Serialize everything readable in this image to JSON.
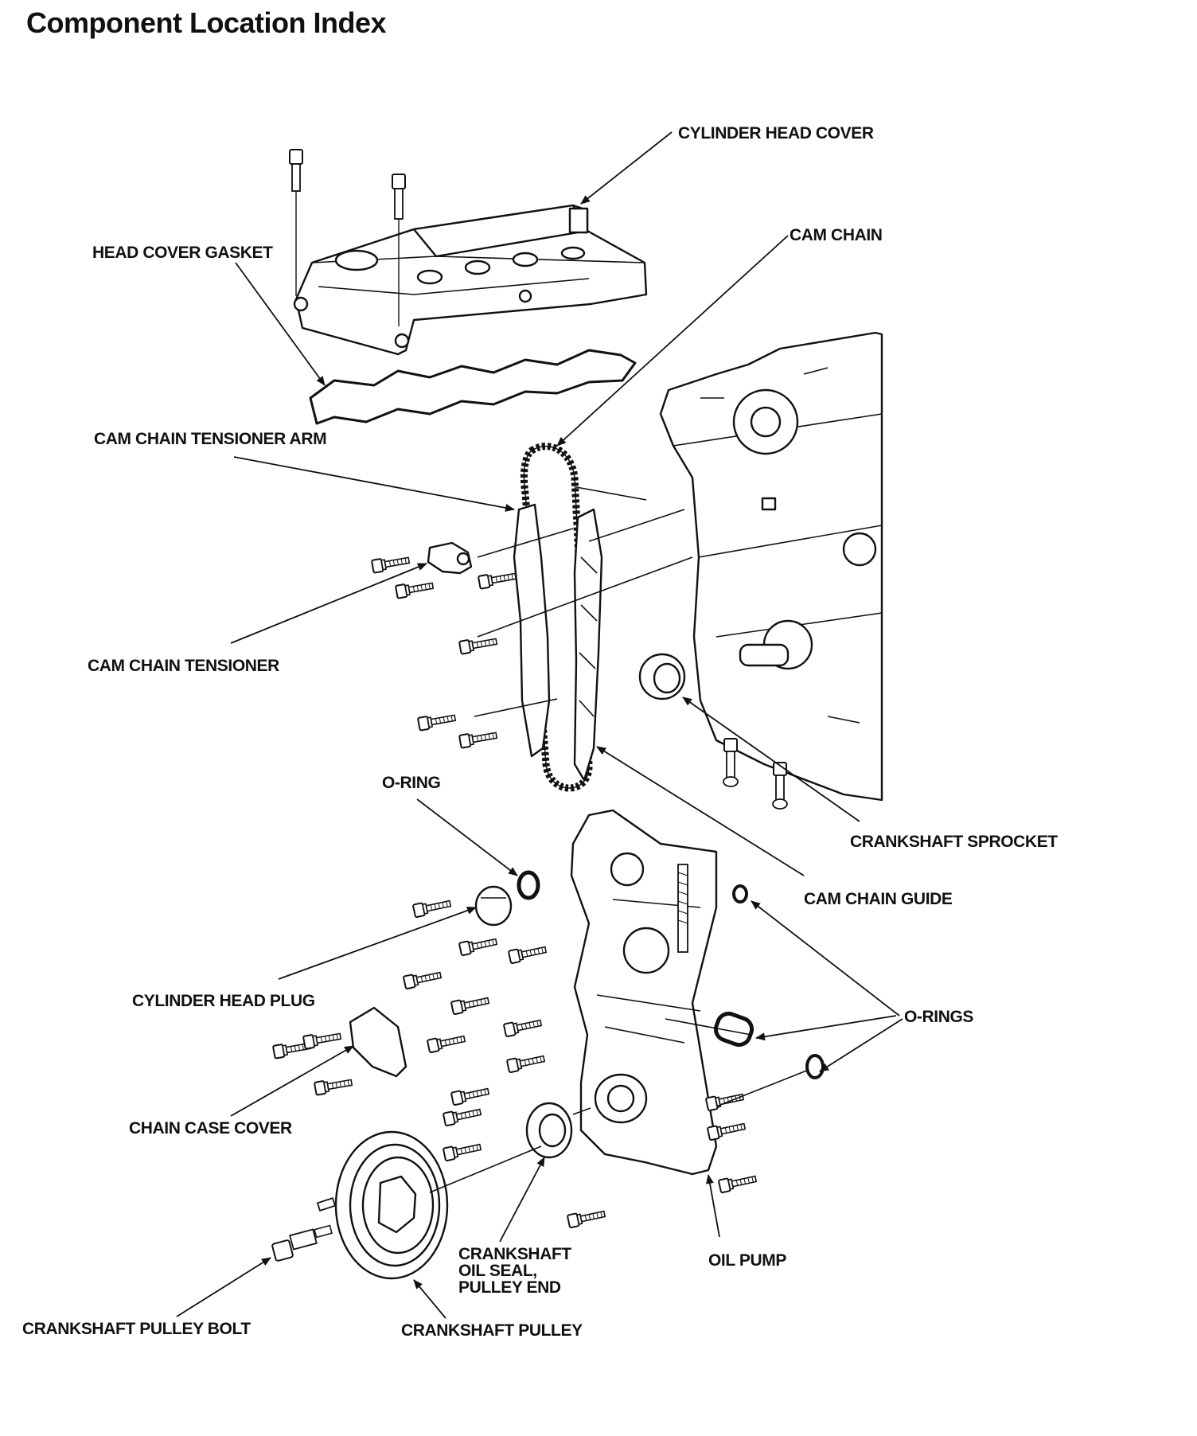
{
  "title": "Component Location Index",
  "labels": {
    "cylinder_head_cover": "CYLINDER HEAD COVER",
    "head_cover_gasket": "HEAD COVER GASKET",
    "cam_chain": "CAM CHAIN",
    "cam_chain_tensioner_arm": "CAM CHAIN TENSIONER ARM",
    "cam_chain_tensioner": "CAM CHAIN TENSIONER",
    "o_ring": "O-RING",
    "crankshaft_sprocket": "CRANKSHAFT SPROCKET",
    "cam_chain_guide": "CAM CHAIN GUIDE",
    "cylinder_head_plug": "CYLINDER HEAD PLUG",
    "o_rings": "O-RINGS",
    "chain_case_cover": "CHAIN CASE COVER",
    "crankshaft_oil_seal": [
      "CRANKSHAFT",
      "OIL SEAL,",
      "PULLEY END"
    ],
    "oil_pump": "OIL PUMP",
    "crankshaft_pulley_bolt": "CRANKSHAFT PULLEY BOLT",
    "crankshaft_pulley": "CRANKSHAFT PULLEY"
  }
}
